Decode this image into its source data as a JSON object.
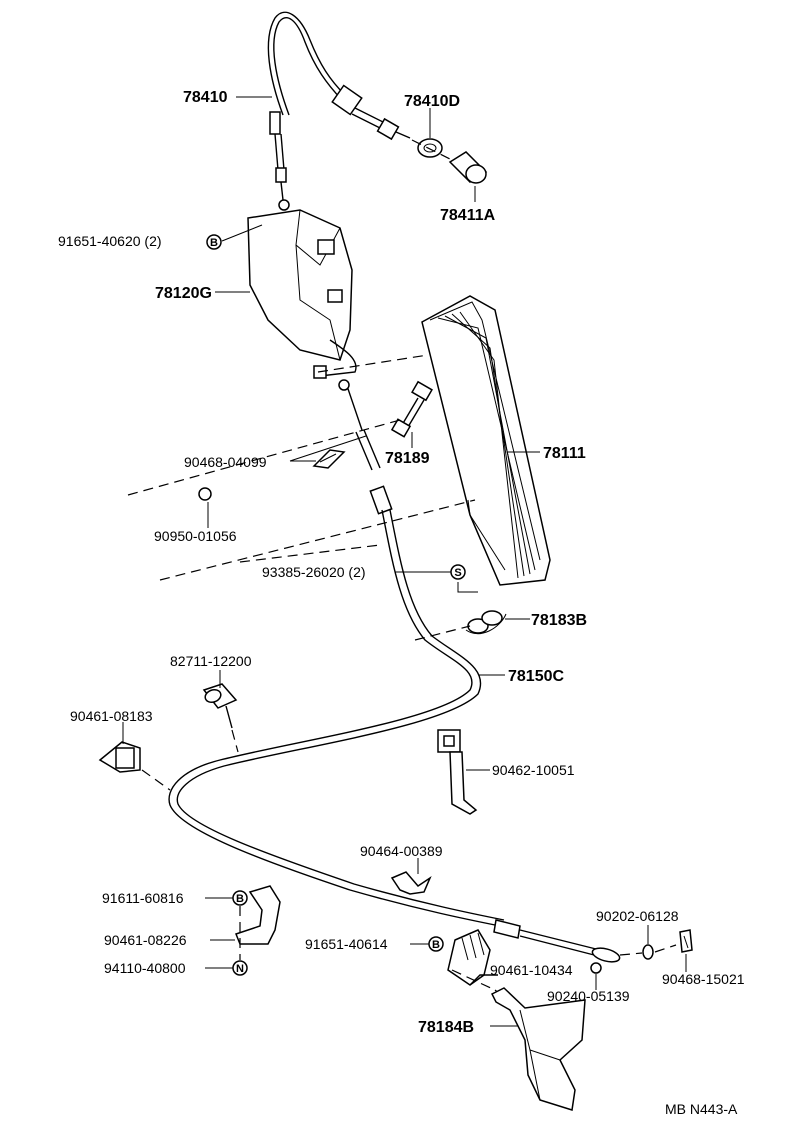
{
  "labels": {
    "p78410": "78410",
    "p78410D": "78410D",
    "p78411A": "78411A",
    "p91651_40620": "91651-40620 (2)",
    "p78120G": "78120G",
    "p90468_04099": "90468-04099",
    "p78189": "78189",
    "p78111": "78111",
    "p90950_01056": "90950-01056",
    "p93385_26020": "93385-26020 (2)",
    "p78183B": "78183B",
    "p82711_12200": "82711-12200",
    "p78150C": "78150C",
    "p90461_08183": "90461-08183",
    "p90462_10051": "90462-10051",
    "p90464_00389": "90464-00389",
    "p91611_60816": "91611-60816",
    "p90202_06128": "90202-06128",
    "p90461_08226": "90461-08226",
    "p91651_40614": "91651-40614",
    "p90461_10434": "90461-10434",
    "p90468_15021": "90468-15021",
    "p94110_40800": "94110-40800",
    "p90240_05139": "90240-05139",
    "p78184B": "78184B"
  },
  "markers": {
    "b1": "B",
    "s1": "S",
    "b2": "B",
    "n1": "N",
    "b3": "B"
  },
  "diagram_code": "MB N443-A"
}
